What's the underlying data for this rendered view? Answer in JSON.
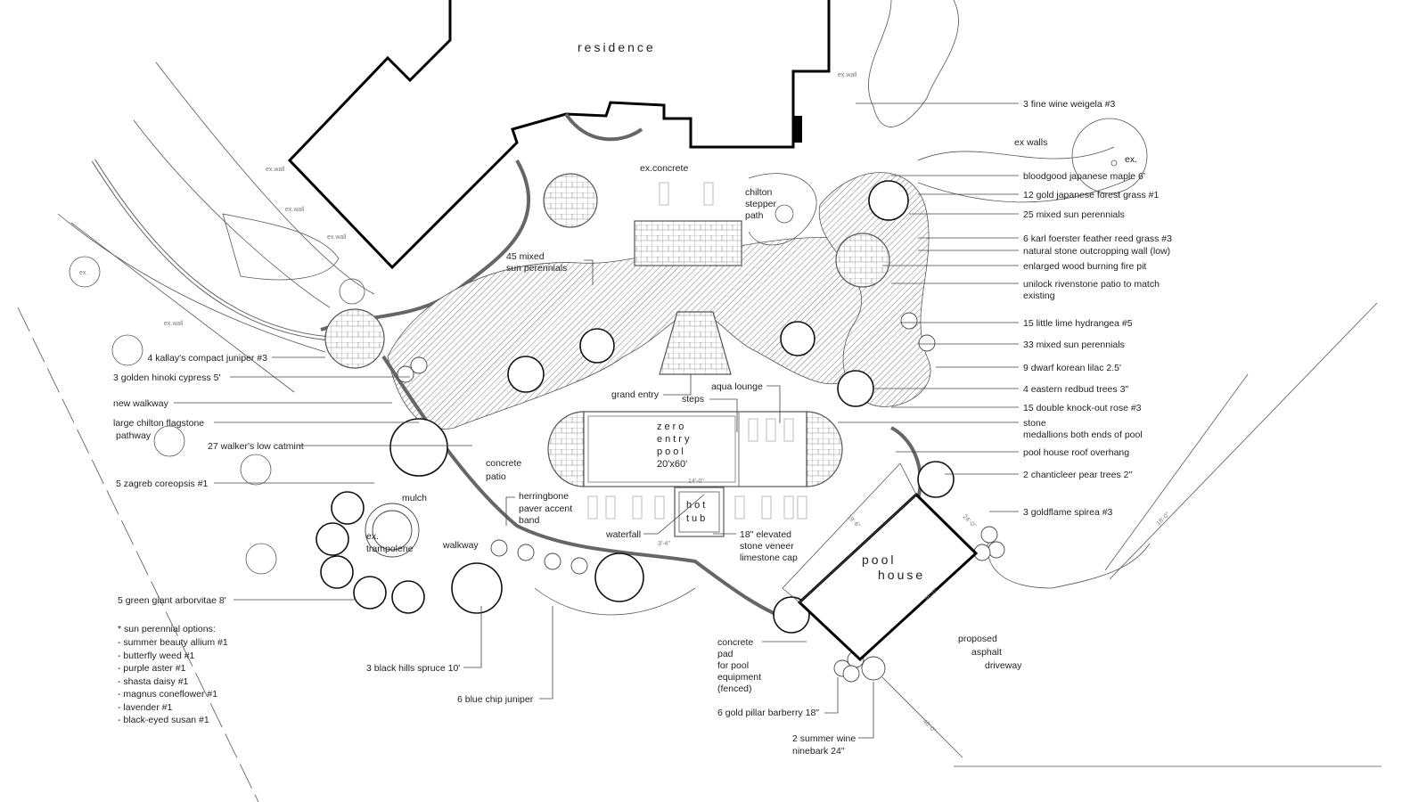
{
  "plan": {
    "residence": "residence",
    "ex_concrete": "ex.concrete",
    "chilton_stepper_path": [
      "chilton",
      "stepper",
      "path"
    ],
    "ex_walls": "ex walls",
    "ex": "ex.",
    "ex_wall": "ex.wall",
    "mixed_45": [
      "45 mixed",
      "sun perennials"
    ],
    "grand_entry": "grand entry",
    "steps": "steps",
    "aqua_lounge": "aqua lounge",
    "pool": [
      "zero",
      "entry",
      "pool",
      "20'x60'"
    ],
    "concrete_patio": [
      "concrete",
      "patio"
    ],
    "herringbone": [
      "herringbone",
      "paver accent",
      "band"
    ],
    "mulch": "mulch",
    "walkway": "walkway",
    "trampolene": [
      "ex.",
      "trampolene"
    ],
    "hot_tub": [
      "hot",
      "tub"
    ],
    "waterfall": "waterfall",
    "elevated_cap": [
      "18\" elevated",
      "stone veneer",
      "limestone cap"
    ],
    "pool_house": [
      "pool",
      "house"
    ],
    "concrete_pad": [
      "concrete",
      "pad",
      "for pool",
      "equipment",
      "(fenced)"
    ],
    "driveway": [
      "proposed",
      "asphalt",
      "driveway"
    ],
    "barberry": "6 gold pillar barberry 18\"",
    "ninebark": [
      "2 summer wine",
      "ninebark 24\""
    ],
    "spruce": "3 black hills spruce 10'",
    "blue_chip": "6 blue chip juniper",
    "dims": {
      "hot_tub_width": "14'-0\"",
      "overhang": "19'-6\"",
      "side": "24'-0\"",
      "pool_house_length": "46'-0\"",
      "drive": "40'-0\"",
      "drive_width": "18'-0\"",
      "cap": "3'-4\""
    }
  },
  "right_labels": [
    "3 fine wine weigela #3",
    "bloodgood japanese maple 6'",
    "12 gold japanese forest grass #1",
    "25 mixed sun perennials",
    "6 karl foerster feather reed grass #3",
    "natural stone outcropping wall (low)",
    "enlarged wood burning fire pit",
    "unilock rivenstone patio to match",
    "existing",
    "15 little lime hydrangea #5",
    "33 mixed sun perennials",
    "9 dwarf korean lilac 2.5'",
    "4 eastern redbud trees 3\"",
    "15 double knock-out rose #3",
    "stone",
    "medallions both ends of pool",
    "pool house roof overhang",
    "2 chanticleer pear trees 2\"",
    "3 goldflame spirea #3"
  ],
  "left_labels": [
    "4 kallay's compact juniper #3",
    "3 golden hinoki cypress 5'",
    "new walkway",
    "large chilton flagstone",
    "pathway",
    "27 walker's low catmint",
    "5 zagreb coreopsis #1",
    "5 green giant arborvitae 8'"
  ],
  "options": {
    "title": "* sun perennial options:",
    "items": [
      "- summer beauty allium #1",
      "- butterfly weed #1",
      "- purple aster #1",
      "- shasta daisy #1",
      "- magnus coneflower #1",
      "- lavender #1",
      "- black-eyed susan #1"
    ]
  }
}
